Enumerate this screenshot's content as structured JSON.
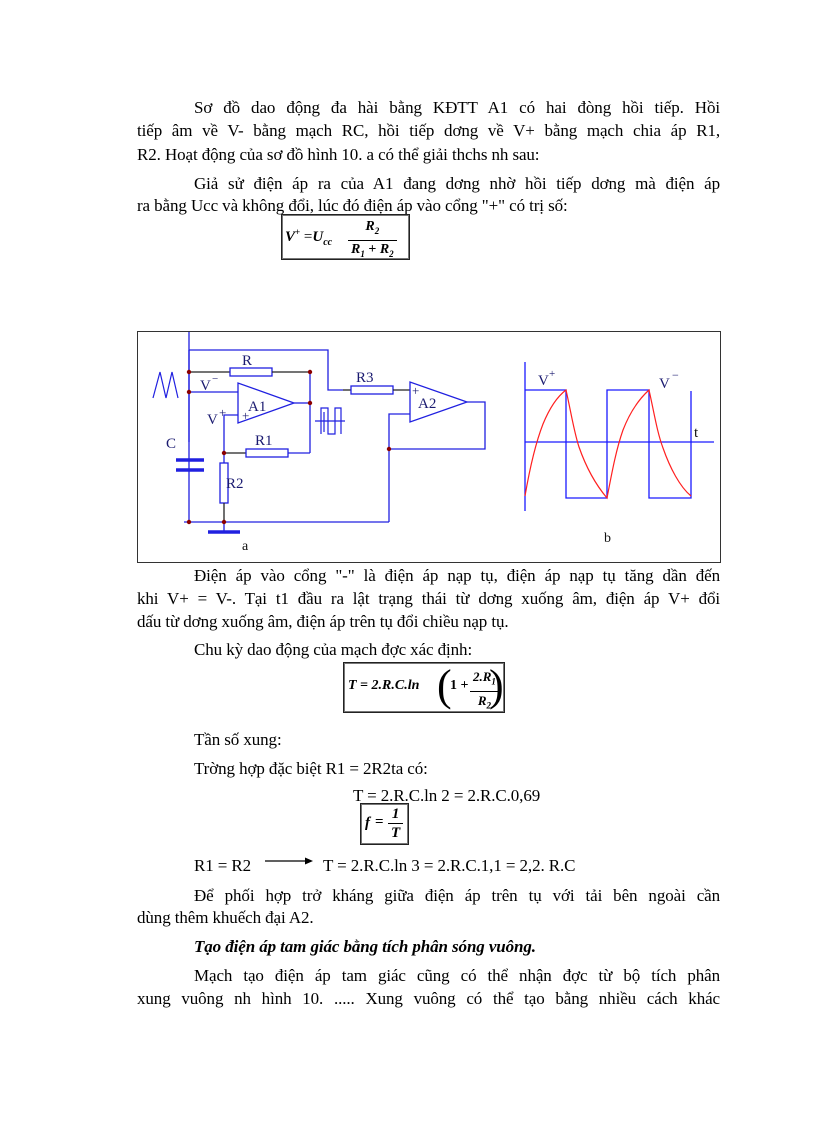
{
  "paragraphs": {
    "p1": [
      "Sơ đồ dao động đa hài bằng KĐTT A1 có hai đòng   hồi tiếp. Hồi",
      "tiếp âm về V- bằng mạch RC, hồi tiếp dơng   về V+ bằng mạch chia áp R1,",
      "R2. Hoạt động của sơ đồ hình 10.   a có thể giải thchs nh   sau:"
    ],
    "p2": [
      "Giả sử điện áp ra của A1 đang dơng   nhờ hồi tiếp dơng   mà điện áp",
      "ra bằng Ucc và không đổi, lúc đó điện áp vào cổng \"+\"  có trị số:"
    ],
    "p3": [
      "Điện áp vào cổng \"-\" là điện áp nạp tụ, điện áp nạp tụ tăng dần đến",
      "khi V+ = V-. Tại t1 đầu ra lật trạng thái từ dơng   xuống âm, điện áp V+ đổi",
      "dấu từ dơng   xuống âm, điện áp trên tụ đổi chiều nạp tụ."
    ],
    "p4": "Chu kỳ dao động của mạch đợc   xác định:",
    "p5": "Tần số xung:",
    "p6": "Trờng   hợp đặc biệt R1 = 2R2ta có:",
    "p7": "T = 2.R.C.ln 2 = 2.R.C.0,69",
    "p8_left": "R1 = R2",
    "p8_right": "T = 2.R.C.ln 3 = 2.R.C.1,1 = 2,2. R.C",
    "p9": [
      "Để phối hợp trở kháng giữa điện áp trên tụ với tải bên ngoài cần",
      "dùng thêm khuếch đại A2."
    ],
    "heading": "Tạo điện áp tam giác bằng tích phân sóng vuông.",
    "p10": [
      "Mạch tạo điện áp tam giác cũng có thể nhận đợc   từ bộ tích phân",
      "xung vuông nh   hình 10. ..... Xung vuông có thể tạo bằng nhiều cách khác"
    ]
  },
  "formulas": {
    "vplus": {
      "lhs": "V",
      "lhs_sup": "+",
      "eq": "=",
      "coef": "U",
      "coef_sub": "cc",
      "num": "R",
      "num_sub": "2",
      "den_a": "R",
      "den_a_sub": "1",
      "den_plus": "+",
      "den_b": "R",
      "den_b_sub": "2"
    },
    "period": {
      "lhs": "T = 2.R.C.ln",
      "one": "1 +",
      "num": "2.R",
      "num_sub": "1",
      "den": "R",
      "den_sub": "2"
    },
    "freq": {
      "lhs": "f",
      "eq": "=",
      "num": "1",
      "den": "T"
    }
  },
  "figure": {
    "circuit": {
      "label": "a",
      "components": {
        "R": "R",
        "R1": "R1",
        "R2": "R2",
        "R3": "R3",
        "C": "C",
        "A1": "A1",
        "A2": "A2",
        "v_minus": "V",
        "v_minus_sup": "−",
        "v_plus": "V",
        "v_plus_sup": "+",
        "plus_sign": "+"
      }
    },
    "waveform": {
      "label": "b",
      "t_label": "t",
      "v_plus_label": "V",
      "v_plus_sup": "+",
      "v_minus_label": "V",
      "v_minus_sup": "−",
      "colors": {
        "square": "#1a1aff",
        "exp": "#ff2020",
        "wire": "#2020e0",
        "node": "#8b0000"
      }
    }
  }
}
